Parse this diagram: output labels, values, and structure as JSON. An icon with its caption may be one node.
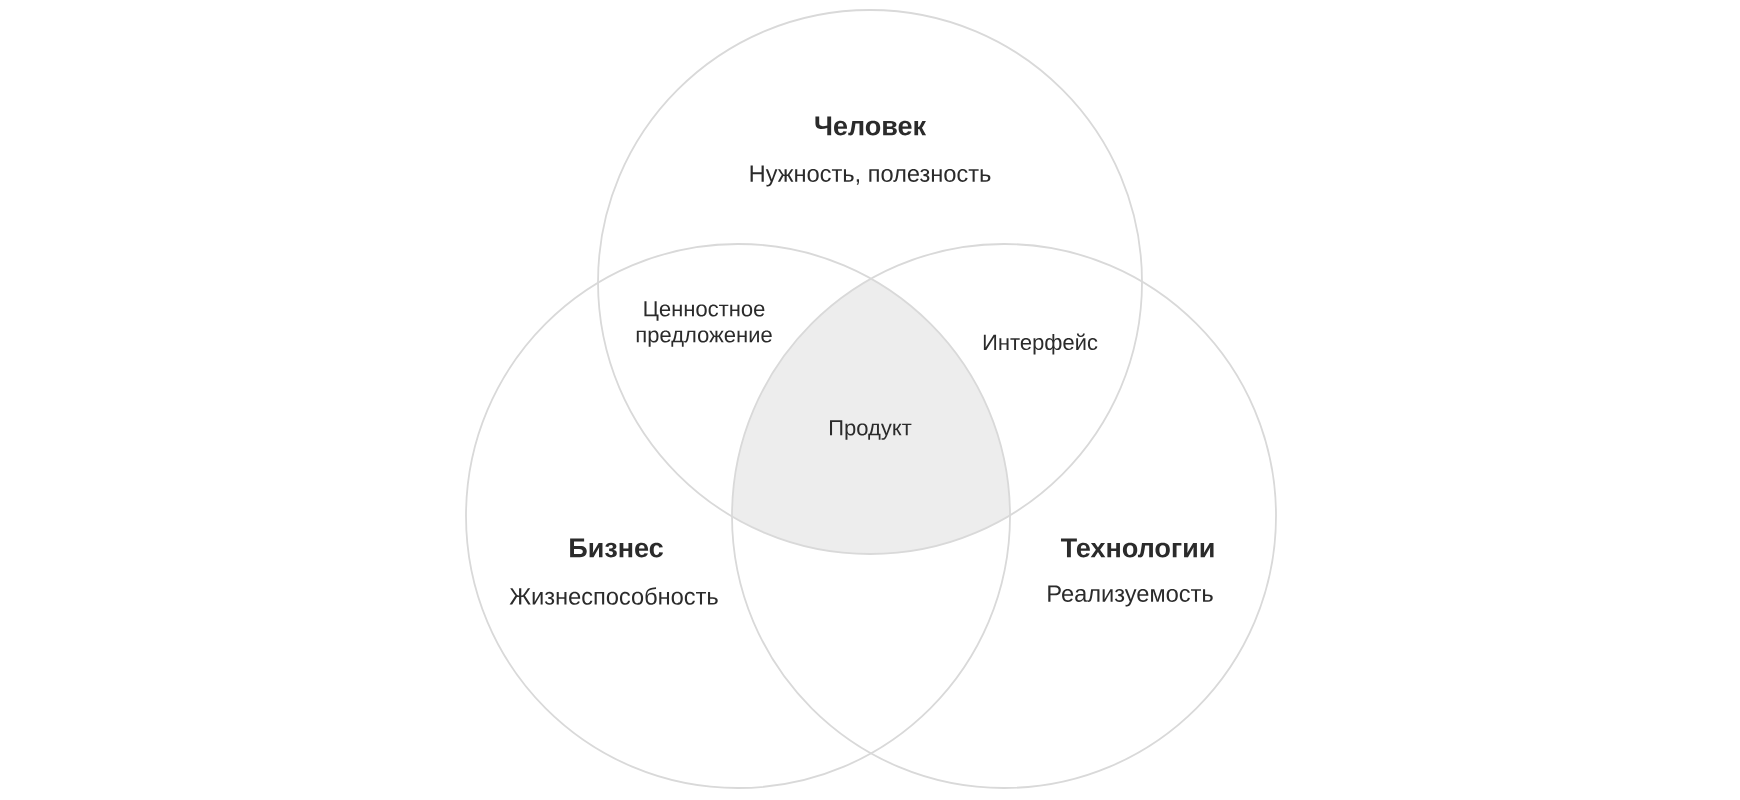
{
  "diagram": {
    "nodes": [
      {
        "text": [
          "Человек",
          "Нужность, полезность"
        ]
      },
      {
        "text": [
          "Бизнес",
          "Жизнеспособность"
        ]
      },
      {
        "text": [
          "Технологии",
          "Реализуемость"
        ]
      },
      {
        "text": [
          "Продукт"
        ]
      }
    ],
    "labels": [
      "Ценностное предложение",
      "Интерфейс"
    ]
  }
}
